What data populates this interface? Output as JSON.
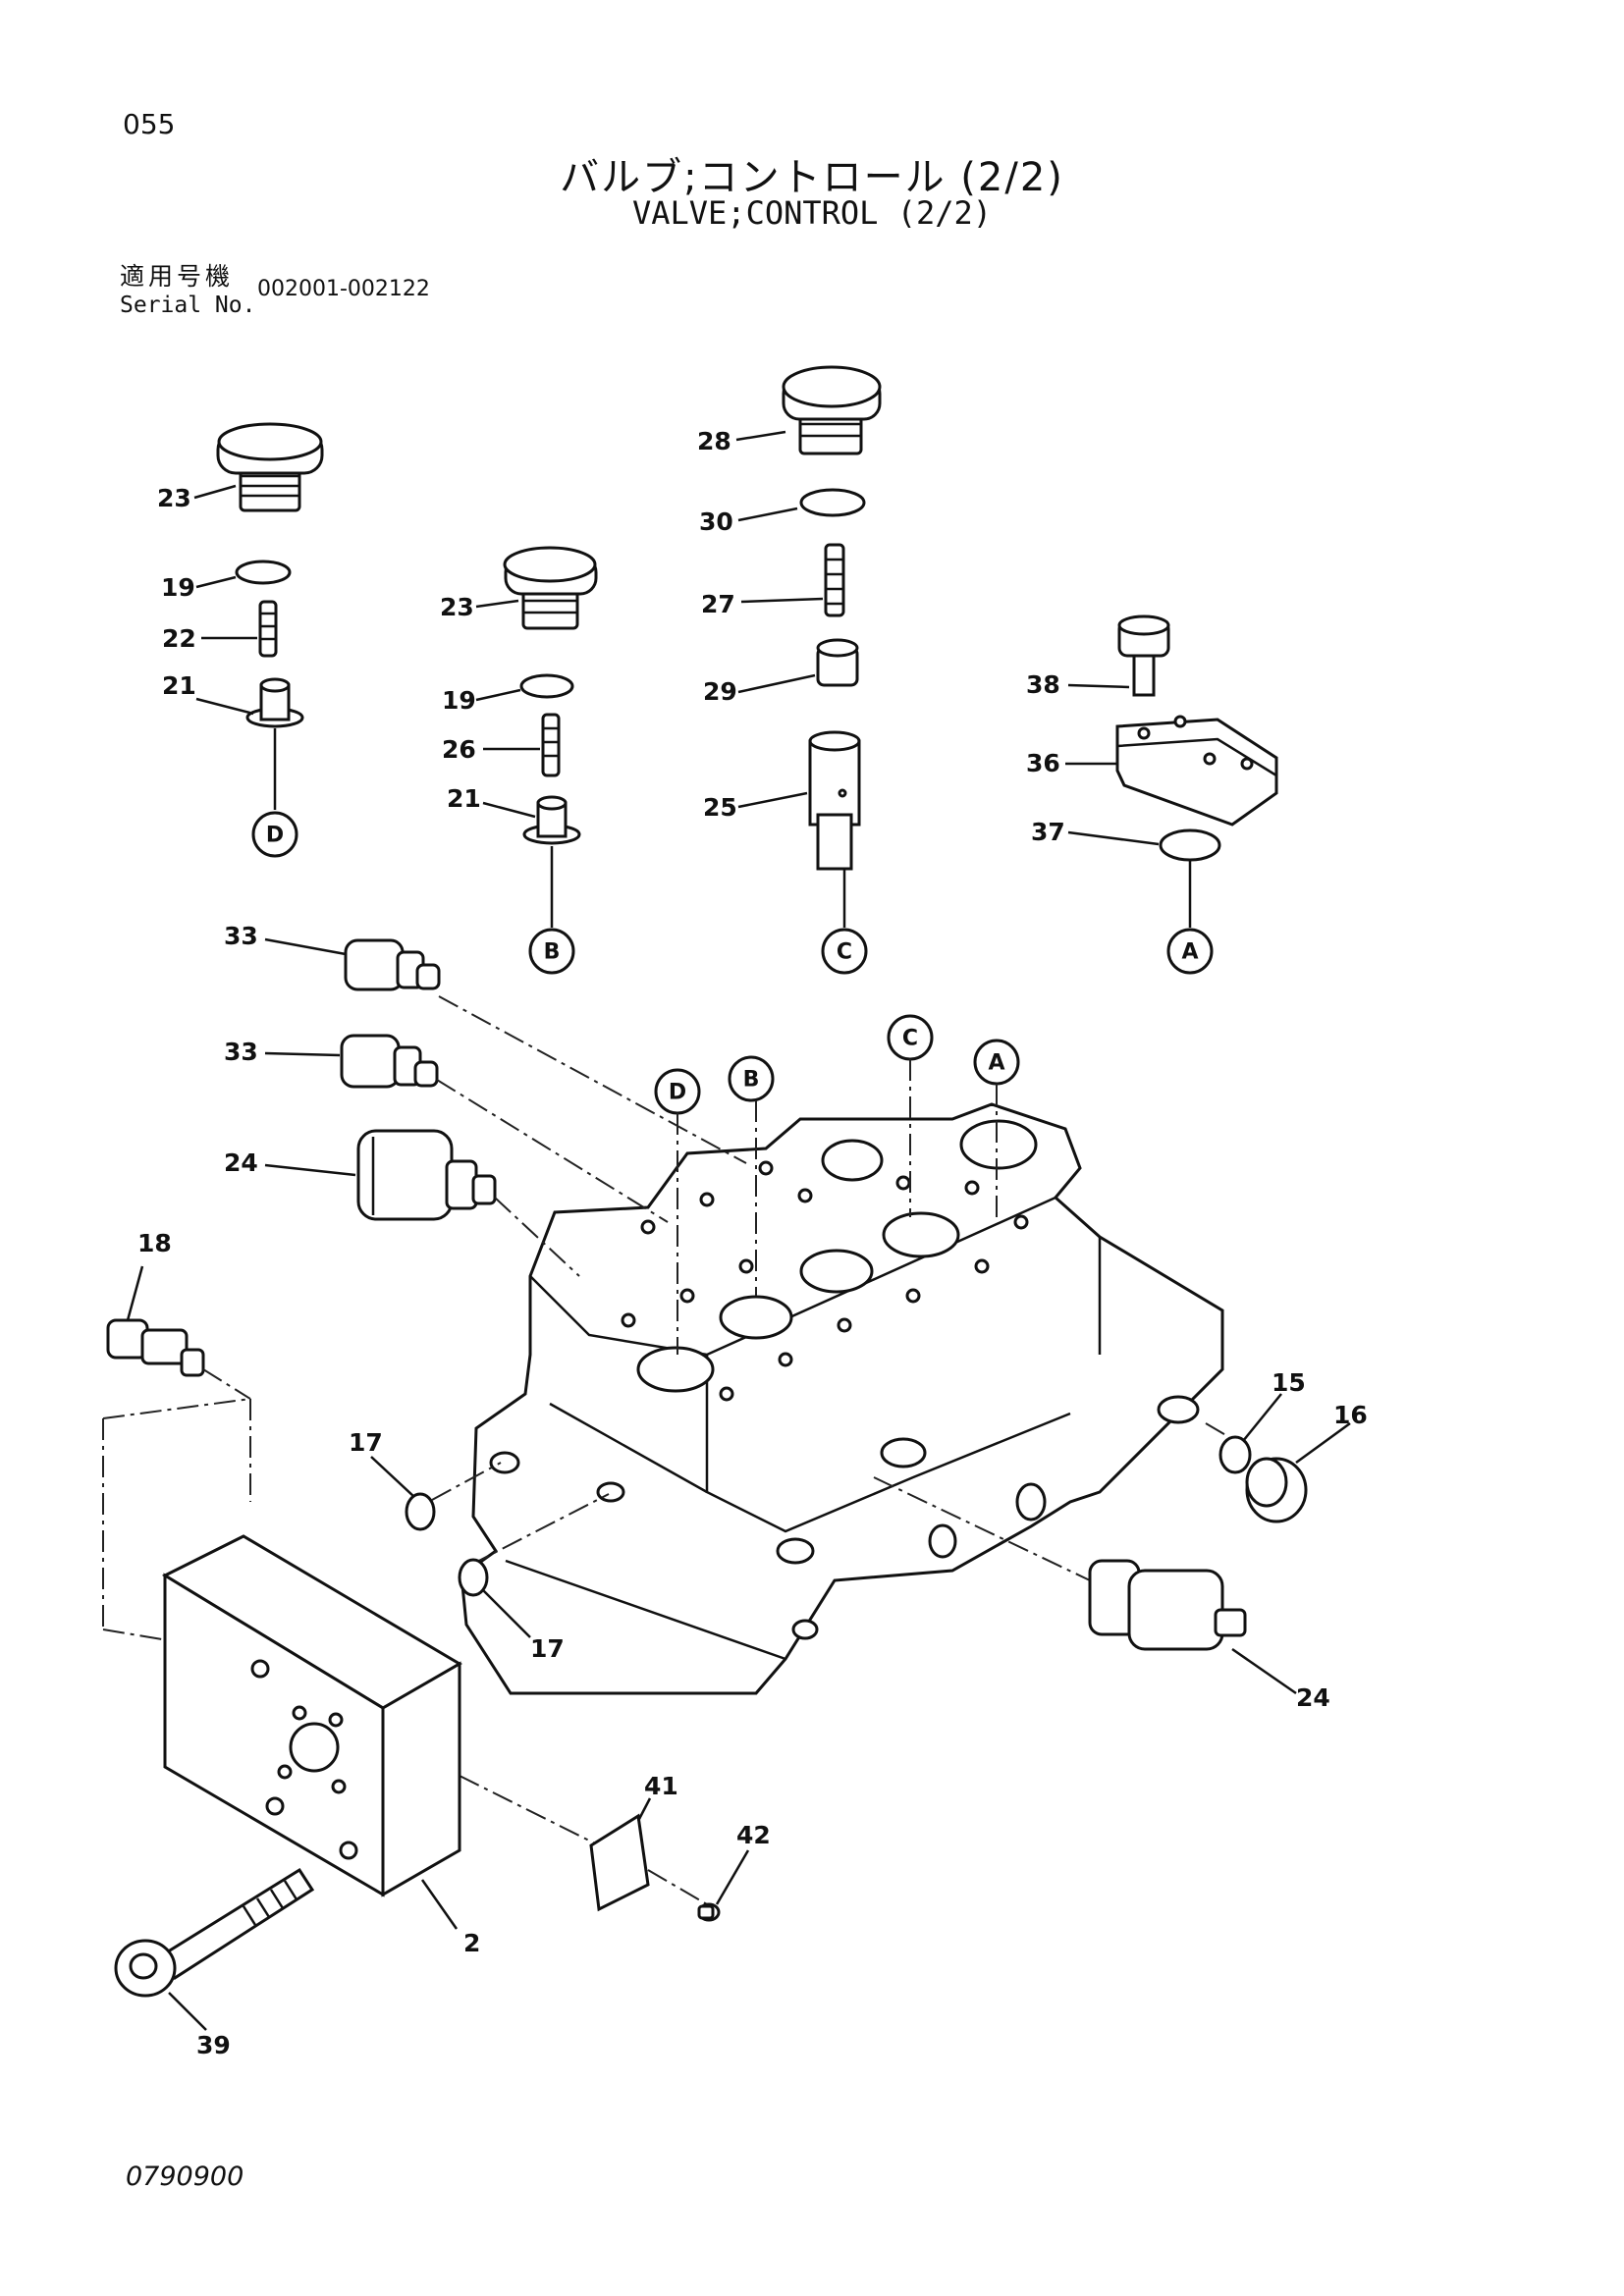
{
  "page_number": "055",
  "title_jp": "バルブ;コントロール (2/2)",
  "title_en": "VALVE;CONTROL (2/2)",
  "serial": {
    "label_jp": "適用号機",
    "label_en": "Serial No.",
    "range": "002001-002122"
  },
  "doc_code": "0790900",
  "callouts": {
    "c23a": "23",
    "c19a": "19",
    "c22": "22",
    "c21a": "21",
    "c23b": "23",
    "c19b": "19",
    "c26": "26",
    "c21b": "21",
    "c28": "28",
    "c30": "30",
    "c27": "27",
    "c29": "29",
    "c25": "25",
    "c38": "38",
    "c36": "36",
    "c37": "37",
    "c33a": "33",
    "c33b": "33",
    "c24a": "24",
    "c18": "18",
    "c17a": "17",
    "c17b": "17",
    "c15": "15",
    "c16": "16",
    "c24b": "24",
    "c41": "41",
    "c42": "42",
    "c2": "2",
    "c39": "39"
  },
  "refs": {
    "top_d": "D",
    "top_b": "B",
    "top_c": "C",
    "top_a": "A",
    "blk_d": "D",
    "blk_b": "B",
    "blk_c": "C",
    "blk_a": "A"
  }
}
